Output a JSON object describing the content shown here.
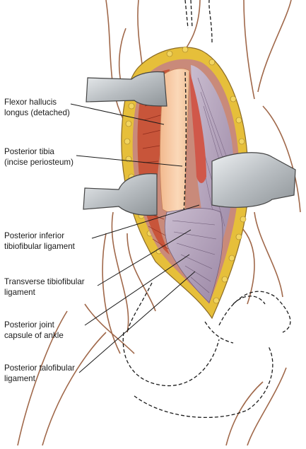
{
  "labels": [
    {
      "id": "flexor-hallucis-longus",
      "lines": [
        "Flexor hallucis",
        "longus (detached)"
      ]
    },
    {
      "id": "posterior-tibia",
      "lines": [
        "Posterior tibia",
        "(incise periosteum)"
      ]
    },
    {
      "id": "posterior-inferior-tibiofibular-ligament",
      "lines": [
        "Posterior inferior",
        "tibiofibular ligament"
      ]
    },
    {
      "id": "transverse-tibiofibular-ligament",
      "lines": [
        "Transverse tibiofibular",
        "ligament"
      ]
    },
    {
      "id": "posterior-joint-capsule",
      "lines": [
        "Posterior joint",
        "capsule of ankle"
      ]
    },
    {
      "id": "posterior-talofibular-ligament",
      "lines": [
        "Posterior talofibular",
        "ligament"
      ]
    }
  ],
  "colors": {
    "skin_outline": "#a0684a",
    "fat": "#e8c43a",
    "muscle": "#c8553a",
    "bone": "#f6c9a2",
    "ligament": "#b7a6bf",
    "retractor": "#c9cdd0",
    "leader": "#1a1a1a"
  }
}
